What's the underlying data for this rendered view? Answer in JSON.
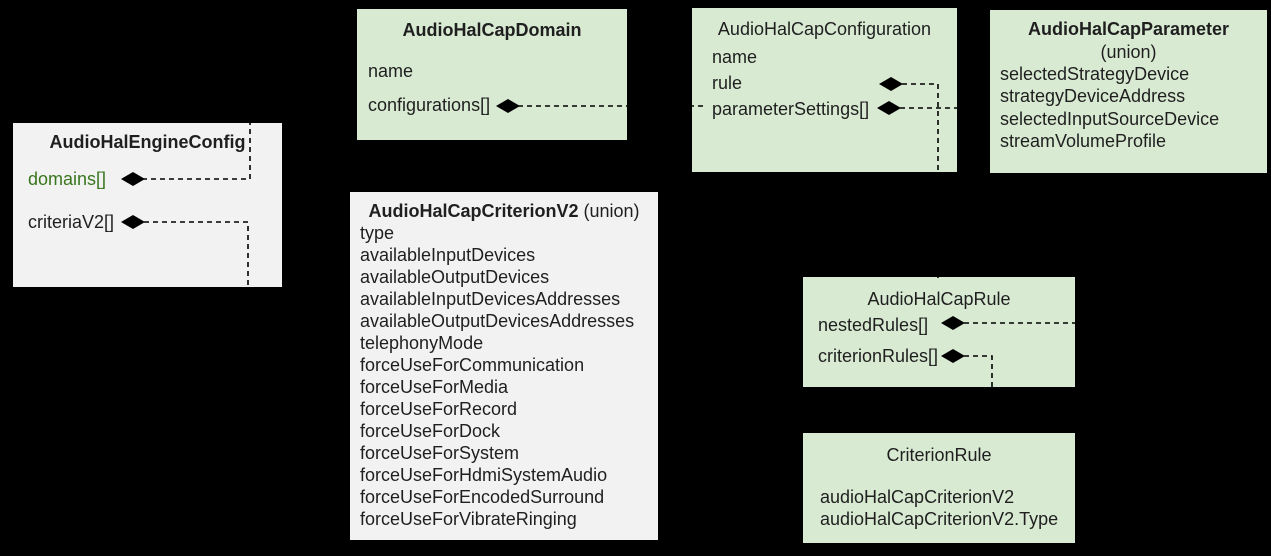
{
  "colors": {
    "background": "#000000",
    "green_box_fill": "#d9ead3",
    "gray_box_fill": "#f2f2f2",
    "text": "#1f1f1f",
    "domains_field_green": "#38761d",
    "connector": "#000000"
  },
  "boxes": {
    "engine": {
      "title": "AudioHalEngineConfig",
      "fields": [
        "domains[]",
        "criteriaV2[]"
      ]
    },
    "domain": {
      "title": "AudioHalCapDomain",
      "fields": [
        "name",
        "configurations[]"
      ]
    },
    "configuration": {
      "title": "AudioHalCapConfiguration",
      "fields": [
        "name",
        "rule",
        "parameterSettings[]"
      ]
    },
    "parameter": {
      "title": "AudioHalCapParameter",
      "subtitle": "(union)",
      "fields": [
        "selectedStrategyDevice",
        "strategyDeviceAddress",
        "selectedInputSourceDevice",
        "streamVolumeProfile"
      ]
    },
    "criterion_v2": {
      "title": "AudioHalCapCriterionV2",
      "subtitle": "(union)",
      "fields": [
        "type",
        "availableInputDevices",
        "availableOutputDevices",
        "availableInputDevicesAddresses",
        "availableOutputDevicesAddresses",
        "telephonyMode",
        "forceUseForCommunication",
        "forceUseForMedia",
        "forceUseForRecord",
        "forceUseForDock",
        "forceUseForSystem",
        "forceUseForHdmiSystemAudio",
        "forceUseForEncodedSurround",
        "forceUseForVibrateRinging"
      ]
    },
    "rule": {
      "title": "AudioHalCapRule",
      "fields": [
        "nestedRules[]",
        "criterionRules[]"
      ]
    },
    "criterion_rule": {
      "title": "CriterionRule",
      "fields": [
        "audioHalCapCriterionV2",
        "audioHalCapCriterionV2.Type"
      ]
    }
  },
  "relations": [
    {
      "from": "AudioHalEngineConfig.domains[]",
      "to": "AudioHalCapDomain",
      "type": "composition-dashed"
    },
    {
      "from": "AudioHalEngineConfig.criteriaV2[]",
      "to": "AudioHalCapCriterionV2",
      "type": "composition-dashed"
    },
    {
      "from": "AudioHalCapDomain.configurations[]",
      "to": "AudioHalCapConfiguration",
      "type": "composition-dashed"
    },
    {
      "from": "AudioHalCapConfiguration.rule",
      "to": "AudioHalCapRule",
      "type": "composition-dashed"
    },
    {
      "from": "AudioHalCapConfiguration.parameterSettings[]",
      "to": "AudioHalCapParameter",
      "type": "composition-dashed"
    },
    {
      "from": "AudioHalCapRule.nestedRules[]",
      "to": "AudioHalCapRule",
      "type": "composition-dashed-self"
    },
    {
      "from": "AudioHalCapRule.criterionRules[]",
      "to": "CriterionRule",
      "type": "composition-dashed"
    }
  ]
}
